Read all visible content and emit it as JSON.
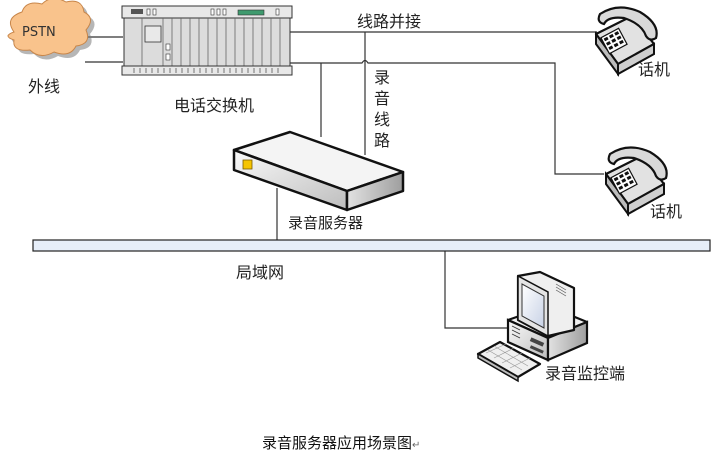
{
  "diagram": {
    "title": "录音服务器应用场景图",
    "title_mark": "↵",
    "nodes": {
      "pstn": {
        "cloud_label": "PSTN",
        "label": "外线"
      },
      "pbx": {
        "label": "电话交换机"
      },
      "phone1": {
        "label": "话机"
      },
      "phone2": {
        "label": "话机"
      },
      "recorder": {
        "label": "录音服务器"
      },
      "lan": {
        "label": "局域网"
      },
      "monitor": {
        "label": "录音监控端"
      }
    },
    "edges": {
      "parallel_line": {
        "label": "线路并接"
      },
      "record_line": {
        "label": [
          "录",
          "音",
          "线",
          "路"
        ]
      }
    },
    "colors": {
      "cloud_fill": "#f9c38c",
      "lan_bus_fill": "#e6eef9",
      "led_fill": "#f5c400",
      "lcd_fill": "#3f9a6e",
      "line": "#333333"
    }
  }
}
